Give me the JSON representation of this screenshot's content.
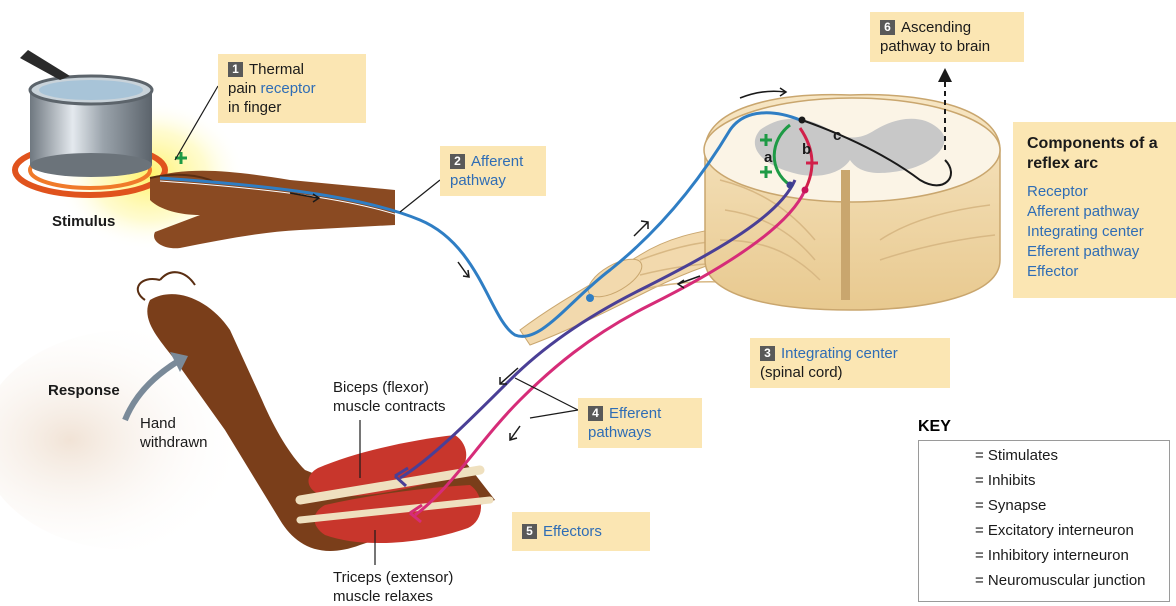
{
  "labels": {
    "step1": {
      "num": "1",
      "line1": "Thermal",
      "line2a": "pain ",
      "line2b": "receptor",
      "line3": "in finger"
    },
    "step2": {
      "num": "2",
      "line1": "Afferent",
      "line2": "pathway"
    },
    "step3": {
      "num": "3",
      "line1": "Integrating center",
      "line2": "(spinal cord)"
    },
    "step4": {
      "num": "4",
      "line1": "Efferent",
      "line2": "pathways"
    },
    "step5": {
      "num": "5",
      "line1": "Effectors"
    },
    "step6": {
      "num": "6",
      "line1": "Ascending",
      "line2": "pathway to brain"
    },
    "stimulus": "Stimulus",
    "response": "Response",
    "hand1": "Hand",
    "hand2": "withdrawn",
    "biceps1": "Biceps (flexor)",
    "biceps2": "muscle contracts",
    "triceps1": "Triceps (extensor)",
    "triceps2": "muscle relaxes",
    "cord_a": "a",
    "cord_b": "b",
    "cord_c": "c"
  },
  "components": {
    "title1": "Components of a",
    "title2": "reflex arc",
    "items": [
      "Receptor",
      "Afferent pathway",
      "Integrating center",
      "Efferent pathway",
      "Effector"
    ]
  },
  "key": {
    "title": "KEY",
    "rows": [
      {
        "text": "= Stimulates",
        "symbol": "plus",
        "color": "#1e9a45"
      },
      {
        "text": "= Inhibits",
        "symbol": "minus",
        "color": "#d1204a"
      },
      {
        "text": "= Synapse",
        "symbol": "synapse",
        "color": "#1a1a1a"
      },
      {
        "text": "= Excitatory interneuron",
        "symbol": "neuron",
        "color": "#1e9a45"
      },
      {
        "text": "= Inhibitory interneuron",
        "symbol": "neuron",
        "color": "#c8145a"
      },
      {
        "text": "= Neuromuscular junction",
        "symbol": "neuron",
        "color": "#3b3f8f"
      }
    ]
  },
  "colors": {
    "box_fill": "#fbe6b3",
    "afferent": "#2f7ec4",
    "efferent_excit": "#4a3f96",
    "efferent_inhib": "#d62c78",
    "excitatory": "#1e9a45",
    "inhibitory": "#d1204a",
    "nerve": "#f2d9ad",
    "skin": "#7a3e1a",
    "muscle": "#c8362c"
  }
}
